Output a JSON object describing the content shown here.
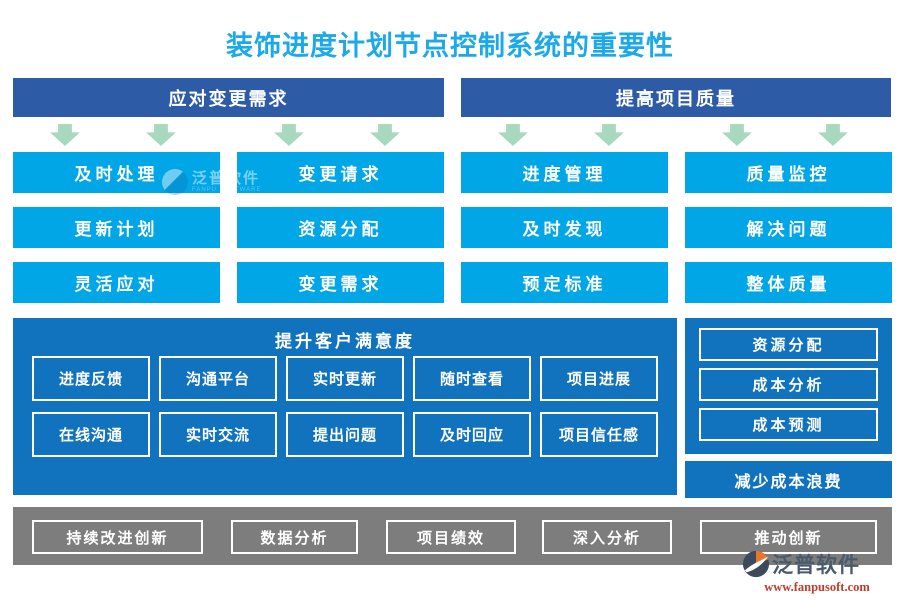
{
  "title": "装饰进度计划节点控制系统的重要性",
  "colors": {
    "title": "#1BA9E9",
    "header-bg": "#2D5BA5",
    "cyan": "#00A6E6",
    "panel-blue": "#1172BD",
    "bar-gray": "#7D7D7D",
    "arrow-green": "#A8D8C0",
    "logo-text": "#4A5A6B",
    "logo-url": "#C13B2C",
    "logo-slate": "#3D4A5C",
    "logo-orange": "#E8752B"
  },
  "sections": {
    "left": {
      "header": "应对变更需求",
      "buttons": [
        "及时处理",
        "变更请求",
        "更新计划",
        "资源分配",
        "灵活应对",
        "变更需求"
      ]
    },
    "right": {
      "header": "提高项目质量",
      "buttons": [
        "进度管理",
        "质量监控",
        "及时发现",
        "解决问题",
        "预定标准",
        "整体质量"
      ]
    }
  },
  "satisfaction": {
    "title": "提升客户满意度",
    "row1": [
      "进度反馈",
      "沟通平台",
      "实时更新",
      "随时查看",
      "项目进展"
    ],
    "row2": [
      "在线沟通",
      "实时交流",
      "提出问题",
      "及时回应",
      "项目信任感"
    ]
  },
  "cost": {
    "buttons": [
      "资源分配",
      "成本分析",
      "成本预测"
    ],
    "banner": "减少成本浪费"
  },
  "bottom": {
    "buttons": [
      "持续改进创新",
      "数据分析",
      "项目绩效",
      "深入分析",
      "推动创新"
    ]
  },
  "watermark": {
    "text": "泛普软件",
    "subtext": "FANPU SOFTWARE"
  },
  "logo": {
    "name": "泛普软件",
    "url": "www.fanpusoft.com"
  }
}
